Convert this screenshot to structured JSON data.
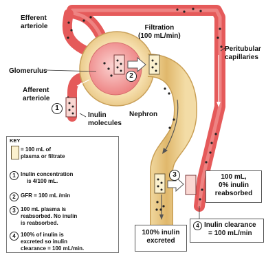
{
  "labels": {
    "efferent_arteriole": "Efferent\narteriole",
    "glomerulus": "Glomerulus",
    "afferent_arteriole": "Afferent\narteriole",
    "inulin_molecules": "Inulin\nmolecules",
    "filtration": "Filtration\n(100 mL/min)",
    "peritubular_capillaries": "Peritubular\ncapillaries",
    "nephron": "Nephron"
  },
  "callouts": {
    "reabsorbed": "100 mL,\n0% inulin\nreabsorbed",
    "excreted": "100% inulin\nexcreted",
    "clearance": "Inulin clearance\n= 100 mL/min"
  },
  "step_numbers": [
    "1",
    "2",
    "3",
    "4"
  ],
  "key": {
    "title": "KEY",
    "swatch_label": "= 100 mL of\nplasma or filtrate",
    "items": [
      {
        "num": "1",
        "text": "Inulin concentration\n    is 4/100 mL."
      },
      {
        "num": "2",
        "text": "GFR = 100 mL /min"
      },
      {
        "num": "3",
        "text": "100 mL plasma is\nreabsorbed. No inulin\nis reabsorbed."
      },
      {
        "num": "4",
        "text": "100% of inulin is\nexcreted so inulin\nclearance = 100 mL/min."
      }
    ]
  },
  "colors": {
    "vessel": "#e9595a",
    "vessel_light": "#f6a9a7",
    "tubule": "#eacb8e",
    "tubule_edge": "#c79f55",
    "glomerulus": "#f08c8c",
    "arrow_fill": "#ffffff"
  }
}
